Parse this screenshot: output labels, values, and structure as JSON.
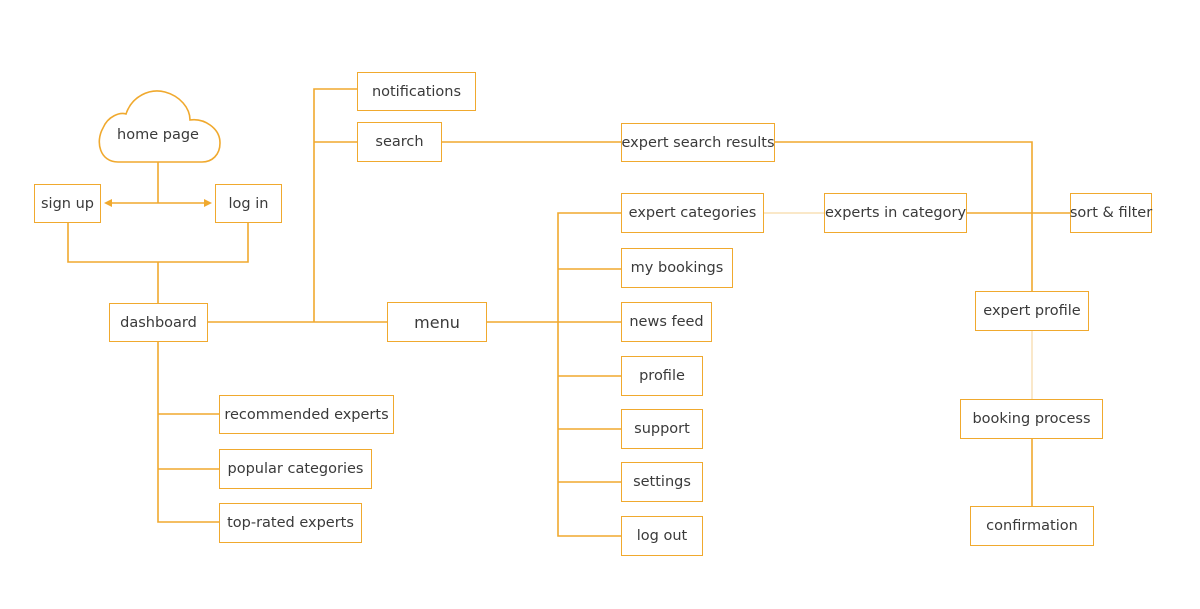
{
  "colors": {
    "line": "#F0A92E",
    "faint": "#F6D9A6",
    "text": "#3a3a3a"
  },
  "nodes": {
    "home_page": "home page",
    "sign_up": "sign up",
    "log_in": "log in",
    "dashboard": "dashboard",
    "recommended_experts": "recommended experts",
    "popular_categories": "popular categories",
    "top_rated_experts": "top-rated experts",
    "notifications": "notifications",
    "search": "search",
    "menu": "menu",
    "expert_search_results": "expert search results",
    "expert_categories": "expert categories",
    "my_bookings": "my bookings",
    "news_feed": "news feed",
    "profile": "profile",
    "support": "support",
    "settings": "settings",
    "log_out": "log out",
    "experts_in_category": "experts in category",
    "sort_filter": "sort & filter",
    "expert_profile": "expert profile",
    "booking_process": "booking process",
    "confirmation": "confirmation"
  }
}
